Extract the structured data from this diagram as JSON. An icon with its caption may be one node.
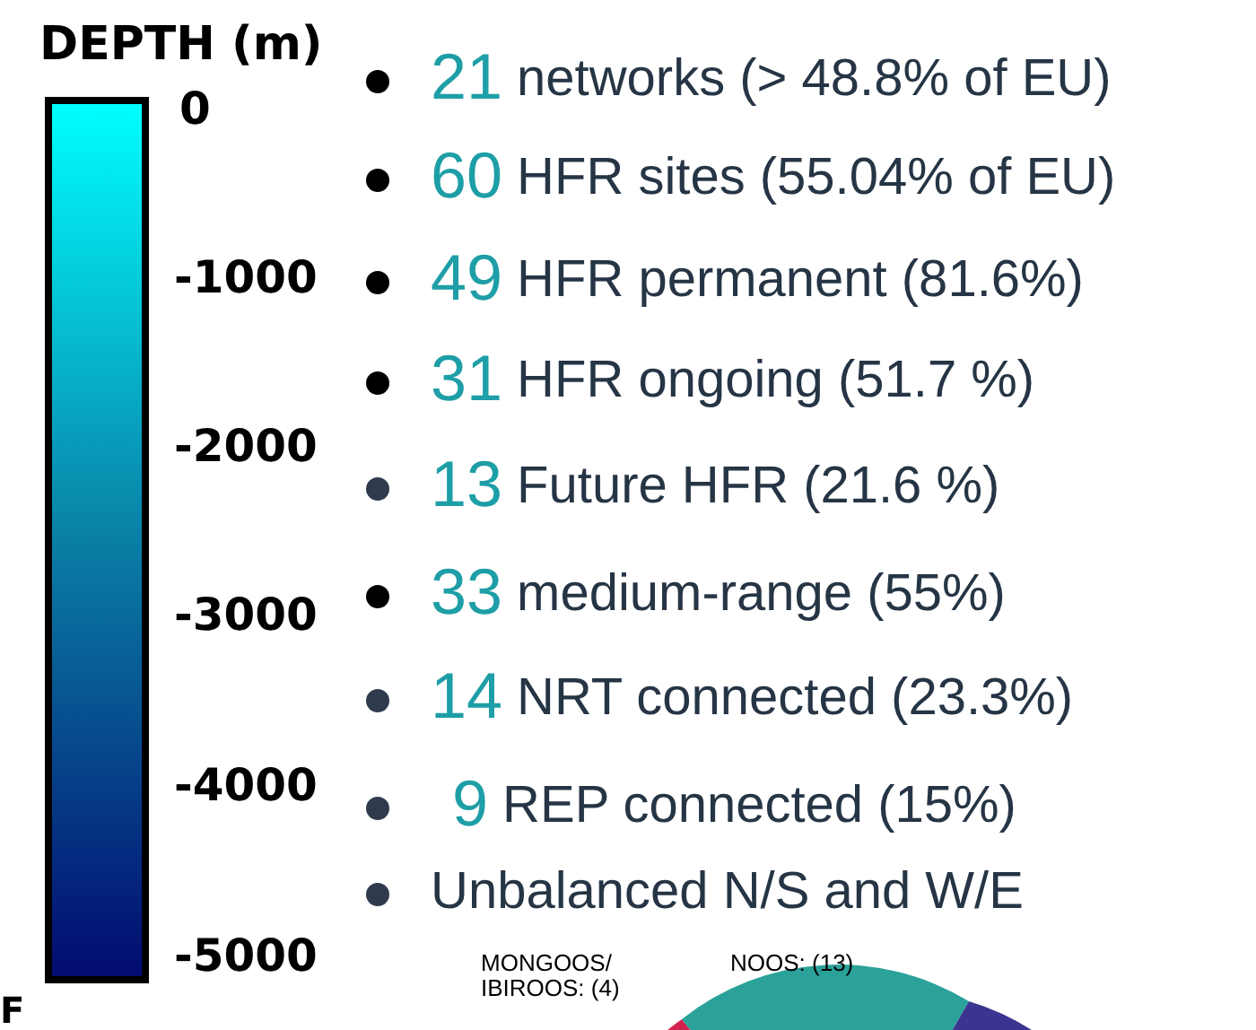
{
  "diagram": {
    "labels": [
      "DEPTH (m)",
      "0",
      "-1000",
      "-2000",
      "-3000",
      "-4000",
      "-5000",
      "21",
      "networks (> 48.8% of EU)",
      "60",
      "HFR sites (55.04% of EU)",
      "49",
      "HFR permanent (81.6%)",
      "31",
      "HFR ongoing (51.7 %)",
      "13",
      "Future HFR (21.6 %)",
      "33",
      "medium-range (55%)",
      "14",
      "NRT connected (23.3%)",
      "9",
      "REP connected (15%)",
      "Unbalanced N/S and W/E",
      "MONGOOS/ IBIROOS: (4)",
      "NOOS: (13)",
      "F"
    ]
  }
}
